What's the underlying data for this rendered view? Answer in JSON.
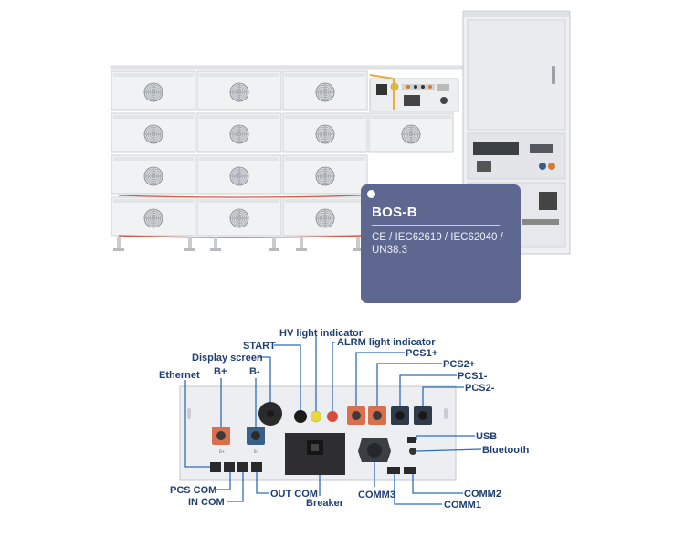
{
  "spec_card": {
    "model": "BOS-B",
    "certifications": "CE / IEC62619 / IEC62040 / UN38.3"
  },
  "panel_labels": {
    "ethernet": "Ethernet",
    "b_plus": "B+",
    "b_minus": "B-",
    "display_screen": "Display screen",
    "start": "START",
    "hv_light_indicator": "HV light indicator",
    "alrm_light_indicator": "ALRM light indicator",
    "pcs1_plus": "PCS1+",
    "pcs2_plus": "PCS2+",
    "pcs1_minus": "PCS1-",
    "pcs2_minus": "PCS2-",
    "usb": "USB",
    "bluetooth": "Bluetooth",
    "comm2": "COMM2",
    "comm1": "COMM1",
    "comm3": "COMM3",
    "breaker": "Breaker",
    "out_com": "OUT COM",
    "in_com": "IN COM",
    "pcs_com": "PCS COM"
  },
  "colors": {
    "card_bg": "#5d6790",
    "label_text": "#1f3f73",
    "leader_line": "#2e6db8",
    "positive_terminal": "#d9704d",
    "negative_terminal": "#3a5f86",
    "cable_red": "#d85a4a"
  }
}
